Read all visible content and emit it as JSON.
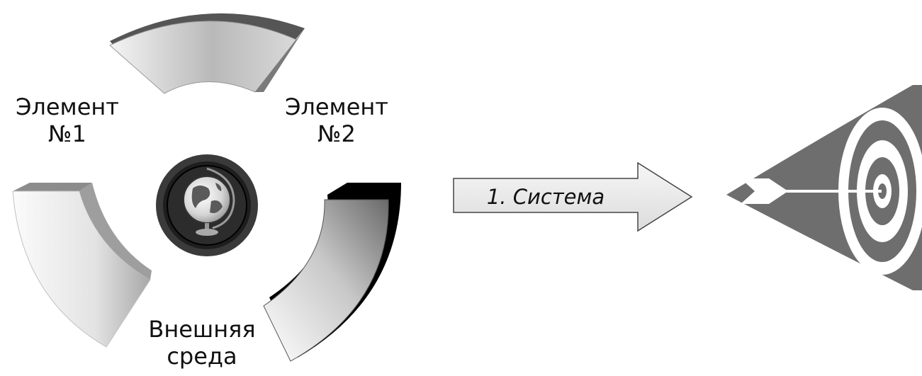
{
  "diagram": {
    "element_1": {
      "line1": "Элемент",
      "line2": "№1"
    },
    "element_2": {
      "line1": "Элемент",
      "line2": "№2"
    },
    "environment": {
      "line1": "Внешняя",
      "line2": "среда"
    },
    "arrow_label": "1. Система",
    "center_icon": "globe-icon",
    "target_icon": "target-with-arrow-icon"
  },
  "colors": {
    "segment_dark": "#5c5c5c",
    "segment_light": "#f2f2f2",
    "target_fill": "#6e6e6e",
    "arrow_fill": "#ececec",
    "outline": "#222222"
  }
}
